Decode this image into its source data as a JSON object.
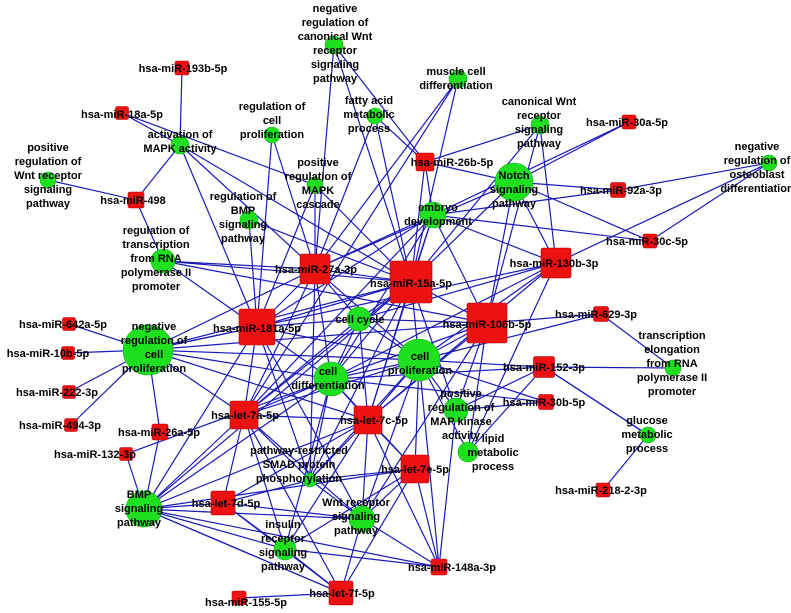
{
  "colors": {
    "edge": "#1a1ab8",
    "mirna_node": "#ee1111",
    "term_node": "#1fe01f",
    "label": "#000000"
  },
  "legend_shapes": {
    "mirna": "red square",
    "term": "green circle"
  },
  "nodes": [
    {
      "id": "m1",
      "kind": "mirna",
      "label": [
        "hsa-miR-193b-5p"
      ]
    },
    {
      "id": "m2",
      "kind": "mirna",
      "label": [
        "hsa-miR-18a-5p"
      ]
    },
    {
      "id": "m3",
      "kind": "mirna",
      "label": [
        "hsa-miR-498"
      ]
    },
    {
      "id": "m4",
      "kind": "mirna",
      "label": [
        "hsa-miR-181a-5p"
      ]
    },
    {
      "id": "m5",
      "kind": "mirna",
      "label": [
        "hsa-miR-27a-3p"
      ]
    },
    {
      "id": "m6",
      "kind": "mirna",
      "label": [
        "hsa-miR-15a-5p"
      ]
    },
    {
      "id": "m7",
      "kind": "mirna",
      "label": [
        "hsa-miR-106b-5p"
      ]
    },
    {
      "id": "m8",
      "kind": "mirna",
      "label": [
        "hsa-miR-130b-3p"
      ]
    },
    {
      "id": "m9",
      "kind": "mirna",
      "label": [
        "hsa-miR-26b-5p"
      ]
    },
    {
      "id": "m10",
      "kind": "mirna",
      "label": [
        "hsa-miR-30a-5p"
      ]
    },
    {
      "id": "m11",
      "kind": "mirna",
      "label": [
        "hsa-miR-92a-3p"
      ]
    },
    {
      "id": "m12",
      "kind": "mirna",
      "label": [
        "hsa-miR-30c-5p"
      ]
    },
    {
      "id": "m13",
      "kind": "mirna",
      "label": [
        "hsa-miR-629-3p"
      ]
    },
    {
      "id": "m14",
      "kind": "mirna",
      "label": [
        "hsa-miR-152-3p"
      ]
    },
    {
      "id": "m15",
      "kind": "mirna",
      "label": [
        "hsa-miR-30b-5p"
      ]
    },
    {
      "id": "m16",
      "kind": "mirna",
      "label": [
        "hsa-miR-642a-5p"
      ]
    },
    {
      "id": "m17",
      "kind": "mirna",
      "label": [
        "hsa-miR-10b-5p"
      ]
    },
    {
      "id": "m18",
      "kind": "mirna",
      "label": [
        "hsa-miR-222-3p"
      ]
    },
    {
      "id": "m19",
      "kind": "mirna",
      "label": [
        "hsa-miR-494-3p"
      ]
    },
    {
      "id": "m20",
      "kind": "mirna",
      "label": [
        "hsa-miR-26a-5p"
      ]
    },
    {
      "id": "m21",
      "kind": "mirna",
      "label": [
        "hsa-miR-132-3p"
      ]
    },
    {
      "id": "m22",
      "kind": "mirna",
      "label": [
        "hsa-let-7a-5p"
      ]
    },
    {
      "id": "m23",
      "kind": "mirna",
      "label": [
        "hsa-let-7c-5p"
      ]
    },
    {
      "id": "m24",
      "kind": "mirna",
      "label": [
        "hsa-let-7e-5p"
      ]
    },
    {
      "id": "m25",
      "kind": "mirna",
      "label": [
        "hsa-let-7d-5p"
      ]
    },
    {
      "id": "m26",
      "kind": "mirna",
      "label": [
        "hsa-miR-148a-3p"
      ]
    },
    {
      "id": "m27",
      "kind": "mirna",
      "label": [
        "hsa-let-7f-5p"
      ]
    },
    {
      "id": "m28",
      "kind": "mirna",
      "label": [
        "hsa-miR-155-5p"
      ]
    },
    {
      "id": "m29",
      "kind": "mirna",
      "label": [
        "hsa-miR-218-2-3p"
      ]
    },
    {
      "id": "t1",
      "kind": "term",
      "label": [
        "negative",
        "regulation of",
        "canonical Wnt",
        "receptor",
        "signaling",
        "pathway"
      ]
    },
    {
      "id": "t2",
      "kind": "term",
      "label": [
        "muscle cell",
        "differentiation"
      ]
    },
    {
      "id": "t3",
      "kind": "term",
      "label": [
        "fatty acid",
        "metabolic",
        "process"
      ]
    },
    {
      "id": "t4",
      "kind": "term",
      "label": [
        "canonical Wnt",
        "receptor",
        "signaling",
        "pathway"
      ]
    },
    {
      "id": "t5",
      "kind": "term",
      "label": [
        "negative",
        "regulation of",
        "osteoblast",
        "differentiation"
      ]
    },
    {
      "id": "t6",
      "kind": "term",
      "label": [
        "activation of",
        "MAPK activity"
      ]
    },
    {
      "id": "t7",
      "kind": "term",
      "label": [
        "regulation of",
        "cell",
        "proliferation"
      ]
    },
    {
      "id": "t8",
      "kind": "term",
      "label": [
        "positive",
        "regulation of",
        "Wnt receptor",
        "signaling",
        "pathway"
      ]
    },
    {
      "id": "t9",
      "kind": "term",
      "label": [
        "positive",
        "regulation of",
        "MAPK",
        "cascade"
      ]
    },
    {
      "id": "t10",
      "kind": "term",
      "label": [
        "regulation of",
        "BMP",
        "signaling",
        "pathway"
      ]
    },
    {
      "id": "t11",
      "kind": "term",
      "label": [
        "Notch",
        "signaling",
        "pathway"
      ]
    },
    {
      "id": "t12",
      "kind": "term",
      "label": [
        "embryo",
        "development"
      ]
    },
    {
      "id": "t13",
      "kind": "term",
      "label": [
        "regulation of",
        "transcription",
        "from RNA",
        "polymerase II",
        "promoter"
      ]
    },
    {
      "id": "t14",
      "kind": "term",
      "label": [
        "cell cycle"
      ]
    },
    {
      "id": "t15",
      "kind": "term",
      "label": [
        "negative",
        "regulation of",
        "cell",
        "proliferation"
      ]
    },
    {
      "id": "t16",
      "kind": "term",
      "label": [
        "cell",
        "proliferation"
      ]
    },
    {
      "id": "t17",
      "kind": "term",
      "label": [
        "cell",
        "differentiation"
      ]
    },
    {
      "id": "t18",
      "kind": "term",
      "label": [
        "positive",
        "regulation of",
        "MAP kinase",
        "activity"
      ]
    },
    {
      "id": "t19",
      "kind": "term",
      "label": [
        "transcription",
        "elongation",
        "from RNA",
        "polymerase II",
        "promoter"
      ]
    },
    {
      "id": "t20",
      "kind": "term",
      "label": [
        "glucose",
        "metabolic",
        "process"
      ]
    },
    {
      "id": "t21",
      "kind": "term",
      "label": [
        "lipid",
        "metabolic",
        "process"
      ]
    },
    {
      "id": "t22",
      "kind": "term",
      "label": [
        "pathway-restricted",
        "SMAD protein",
        "phosphorylation"
      ]
    },
    {
      "id": "t23",
      "kind": "term",
      "label": [
        "BMP",
        "signaling",
        "pathway"
      ]
    },
    {
      "id": "t24",
      "kind": "term",
      "label": [
        "Wnt receptor",
        "signaling",
        "pathway"
      ]
    },
    {
      "id": "t25",
      "kind": "term",
      "label": [
        "insulin",
        "receptor",
        "signaling",
        "pathway"
      ]
    }
  ],
  "edges": [
    [
      "m1",
      "t6"
    ],
    [
      "m2",
      "t6"
    ],
    [
      "m2",
      "t9"
    ],
    [
      "m3",
      "t6"
    ],
    [
      "m3",
      "t8"
    ],
    [
      "m3",
      "t13"
    ],
    [
      "t6",
      "m4"
    ],
    [
      "t6",
      "m6"
    ],
    [
      "t6",
      "m5"
    ],
    [
      "t7",
      "m4"
    ],
    [
      "t7",
      "m5"
    ],
    [
      "t10",
      "m4"
    ],
    [
      "t10",
      "m6"
    ],
    [
      "t9",
      "m4"
    ],
    [
      "t9",
      "m6"
    ],
    [
      "t9",
      "m5"
    ],
    [
      "t1",
      "m5"
    ],
    [
      "t1",
      "m6"
    ],
    [
      "t1",
      "m9"
    ],
    [
      "t2",
      "m5"
    ],
    [
      "t2",
      "m6"
    ],
    [
      "t2",
      "m22"
    ],
    [
      "t3",
      "m5"
    ],
    [
      "t3",
      "m9"
    ],
    [
      "t3",
      "m6"
    ],
    [
      "t4",
      "m6"
    ],
    [
      "t4",
      "m9"
    ],
    [
      "t4",
      "m7"
    ],
    [
      "t4",
      "m8"
    ],
    [
      "t5",
      "m11"
    ],
    [
      "t5",
      "m12"
    ],
    [
      "t5",
      "m8"
    ],
    [
      "m10",
      "t11"
    ],
    [
      "m10",
      "t12"
    ],
    [
      "m11",
      "t12"
    ],
    [
      "m11",
      "t11"
    ],
    [
      "m12",
      "t11"
    ],
    [
      "m12",
      "t12"
    ],
    [
      "m9",
      "t11"
    ],
    [
      "m9",
      "t12"
    ],
    [
      "m9",
      "m6"
    ],
    [
      "t11",
      "m6"
    ],
    [
      "t11",
      "m7"
    ],
    [
      "t11",
      "m8"
    ],
    [
      "t11",
      "m5"
    ],
    [
      "t12",
      "m4"
    ],
    [
      "t12",
      "m5"
    ],
    [
      "t12",
      "m6"
    ],
    [
      "t12",
      "m8"
    ],
    [
      "t12",
      "m7"
    ],
    [
      "t12",
      "m22"
    ],
    [
      "t12",
      "m23"
    ],
    [
      "t12",
      "t17"
    ],
    [
      "t13",
      "m4"
    ],
    [
      "t13",
      "m5"
    ],
    [
      "t13",
      "m6"
    ],
    [
      "t13",
      "m7"
    ],
    [
      "m4",
      "t15"
    ],
    [
      "m4",
      "t14"
    ],
    [
      "m4",
      "t16"
    ],
    [
      "m4",
      "t17"
    ],
    [
      "m4",
      "t23"
    ],
    [
      "m4",
      "t22"
    ],
    [
      "m4",
      "m22"
    ],
    [
      "m4",
      "t24"
    ],
    [
      "m4",
      "m6"
    ],
    [
      "m4",
      "m5"
    ],
    [
      "m5",
      "t14"
    ],
    [
      "m5",
      "t16"
    ],
    [
      "m5",
      "t17"
    ],
    [
      "m5",
      "t15"
    ],
    [
      "m5",
      "t22"
    ],
    [
      "m5",
      "m22"
    ],
    [
      "m5",
      "m6"
    ],
    [
      "m6",
      "t14"
    ],
    [
      "m6",
      "t16"
    ],
    [
      "m6",
      "t15"
    ],
    [
      "m6",
      "t17"
    ],
    [
      "m6",
      "t18"
    ],
    [
      "m6",
      "m22"
    ],
    [
      "m6",
      "m23"
    ],
    [
      "m6",
      "t23"
    ],
    [
      "m6",
      "m7"
    ],
    [
      "m6",
      "t22"
    ],
    [
      "m7",
      "t16"
    ],
    [
      "m7",
      "t14"
    ],
    [
      "m7",
      "t17"
    ],
    [
      "m7",
      "t15"
    ],
    [
      "m7",
      "t21"
    ],
    [
      "m7",
      "t18"
    ],
    [
      "m7",
      "t24"
    ],
    [
      "m7",
      "m23"
    ],
    [
      "m8",
      "t16"
    ],
    [
      "m8",
      "t14"
    ],
    [
      "m8",
      "t15"
    ],
    [
      "m8",
      "m23"
    ],
    [
      "m8",
      "t17"
    ],
    [
      "m8",
      "t21"
    ],
    [
      "m13",
      "t16"
    ],
    [
      "m13",
      "t19"
    ],
    [
      "m13",
      "m7"
    ],
    [
      "m14",
      "t16"
    ],
    [
      "m14",
      "t20"
    ],
    [
      "m14",
      "t21"
    ],
    [
      "m14",
      "t17"
    ],
    [
      "m15",
      "t16"
    ],
    [
      "m15",
      "t17"
    ],
    [
      "m15",
      "t18"
    ],
    [
      "t15",
      "m16"
    ],
    [
      "t15",
      "m17"
    ],
    [
      "t15",
      "m18"
    ],
    [
      "t15",
      "m19"
    ],
    [
      "t15",
      "m20"
    ],
    [
      "t15",
      "t17"
    ],
    [
      "t15",
      "m22"
    ],
    [
      "t15",
      "t16"
    ],
    [
      "t15",
      "m23"
    ],
    [
      "m21",
      "t23"
    ],
    [
      "m21",
      "t17"
    ],
    [
      "m20",
      "t23"
    ],
    [
      "t16",
      "m22"
    ],
    [
      "t16",
      "m23"
    ],
    [
      "t16",
      "m24"
    ],
    [
      "t16",
      "t24"
    ],
    [
      "t16",
      "t22"
    ],
    [
      "t16",
      "t18"
    ],
    [
      "t16",
      "t17"
    ],
    [
      "t16",
      "t21"
    ],
    [
      "t16",
      "t14"
    ],
    [
      "t17",
      "m22"
    ],
    [
      "t17",
      "m23"
    ],
    [
      "t17",
      "m24"
    ],
    [
      "t17",
      "t23"
    ],
    [
      "t17",
      "t25"
    ],
    [
      "t17",
      "t22"
    ],
    [
      "m22",
      "t23"
    ],
    [
      "m22",
      "t22"
    ],
    [
      "m22",
      "t25"
    ],
    [
      "m22",
      "m25"
    ],
    [
      "m22",
      "t24"
    ],
    [
      "m22",
      "m27"
    ],
    [
      "m22",
      "m23"
    ],
    [
      "m23",
      "t22"
    ],
    [
      "m23",
      "t24"
    ],
    [
      "m23",
      "t25"
    ],
    [
      "m23",
      "t23"
    ],
    [
      "m23",
      "m24"
    ],
    [
      "m23",
      "m26"
    ],
    [
      "m23",
      "m25"
    ],
    [
      "m24",
      "t24"
    ],
    [
      "m24",
      "t22"
    ],
    [
      "m24",
      "t23"
    ],
    [
      "m24",
      "t25"
    ],
    [
      "m24",
      "m26"
    ],
    [
      "m24",
      "m27"
    ],
    [
      "t23",
      "m25"
    ],
    [
      "t23",
      "m27"
    ],
    [
      "t23",
      "t25"
    ],
    [
      "t23",
      "m26"
    ],
    [
      "t23",
      "t24"
    ],
    [
      "m25",
      "t25"
    ],
    [
      "m25",
      "t24"
    ],
    [
      "m25",
      "t22"
    ],
    [
      "m25",
      "m27"
    ],
    [
      "t25",
      "m27"
    ],
    [
      "t25",
      "m26"
    ],
    [
      "t24",
      "m26"
    ],
    [
      "t24",
      "m27"
    ],
    [
      "m27",
      "m28"
    ],
    [
      "m27",
      "t23"
    ],
    [
      "m26",
      "t16"
    ],
    [
      "m26",
      "t18"
    ],
    [
      "t20",
      "m29"
    ],
    [
      "t20",
      "m14"
    ],
    [
      "t19",
      "m14"
    ],
    [
      "t18",
      "m14"
    ],
    [
      "t14",
      "m22"
    ],
    [
      "t14",
      "m23"
    ],
    [
      "t14",
      "t17"
    ],
    [
      "t22",
      "t24"
    ]
  ]
}
